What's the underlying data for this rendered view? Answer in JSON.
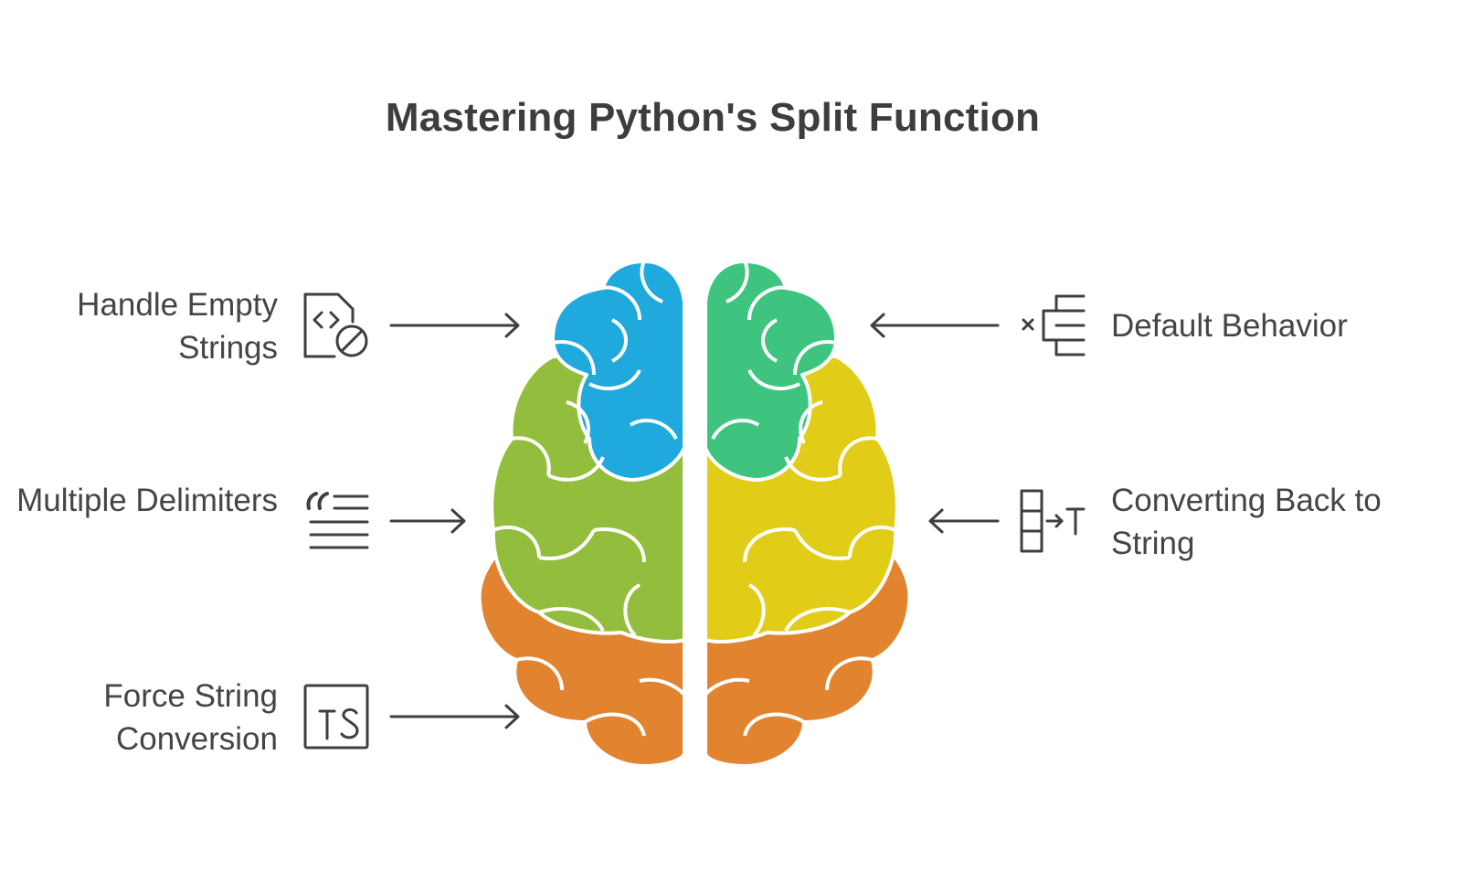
{
  "title": "Mastering Python's Split Function",
  "items": [
    {
      "label": "Handle Empty Strings",
      "icon": "code-document-block-icon",
      "color": "#1fa9dc"
    },
    {
      "label": "Multiple Delimiters",
      "icon": "quote-text-lines-icon",
      "color": "#93bd3c"
    },
    {
      "label": "Force String Conversion",
      "icon": "ts-box-icon",
      "color": "#e2832f"
    },
    {
      "label": "Default Behavior",
      "icon": "x-bracket-list-icon",
      "color": "#3ec47f"
    },
    {
      "label": "Converting Back to String",
      "icon": "array-to-text-icon",
      "color": "#e1cc17"
    }
  ],
  "colors": {
    "blue": "#1fa9dc",
    "green_lobe": "#93bd3c",
    "orange": "#e2832f",
    "teal": "#3ec47f",
    "yellow": "#e1cc17",
    "text": "#454545"
  }
}
